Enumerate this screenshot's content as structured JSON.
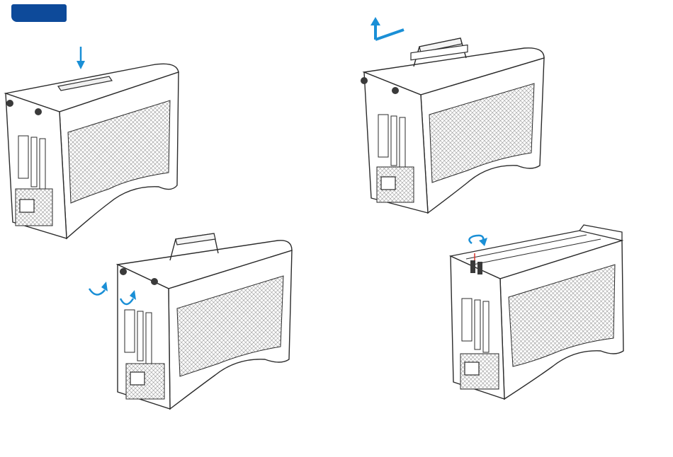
{
  "badge": {
    "color": "#0d4a9a",
    "label": ""
  },
  "colors": {
    "line": "#2b2b2b",
    "body": "#ffffff",
    "mesh": "#9a9a9a",
    "arrow": "#1a8fd6",
    "accent_red": "#d9342b",
    "thumbscrew": "#3a3a3a"
  },
  "steps": [
    {
      "id": "step-1",
      "icon": "press-down-arrow-icon"
    },
    {
      "id": "step-2",
      "icon": "lift-handle-arrow-icon"
    },
    {
      "id": "step-3",
      "icon": "rotate-screw-arrow-icon"
    },
    {
      "id": "step-4",
      "icon": "rotate-screw-arrow-icon"
    }
  ]
}
